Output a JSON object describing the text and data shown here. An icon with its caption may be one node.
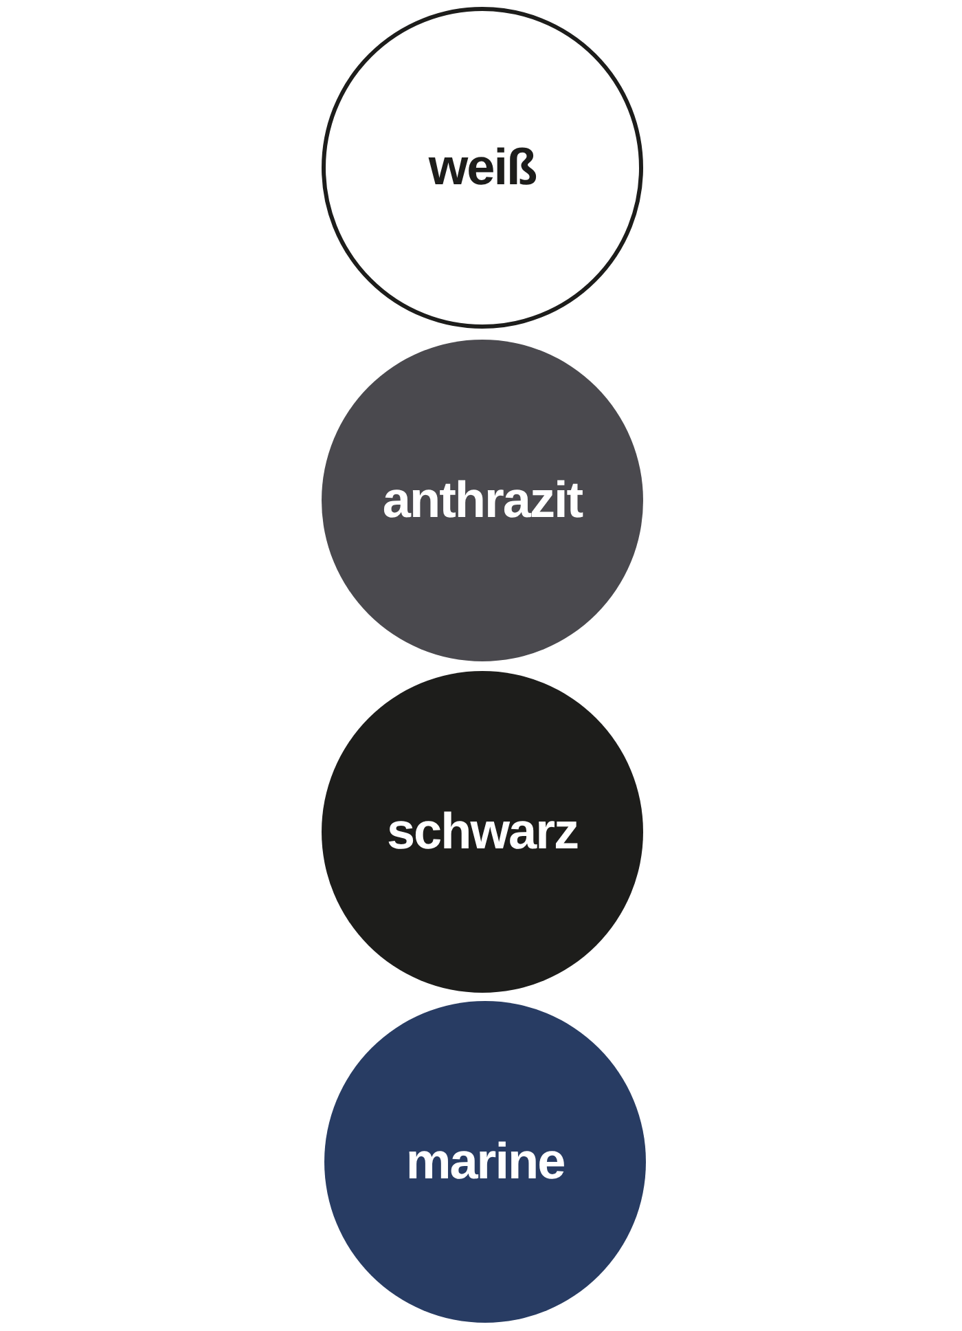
{
  "diagram": {
    "nodes": [
      {
        "text": [
          "weiß"
        ]
      },
      {
        "text": [
          "anthrazit"
        ]
      },
      {
        "text": [
          "schwarz"
        ]
      },
      {
        "text": [
          "marine"
        ]
      }
    ]
  }
}
